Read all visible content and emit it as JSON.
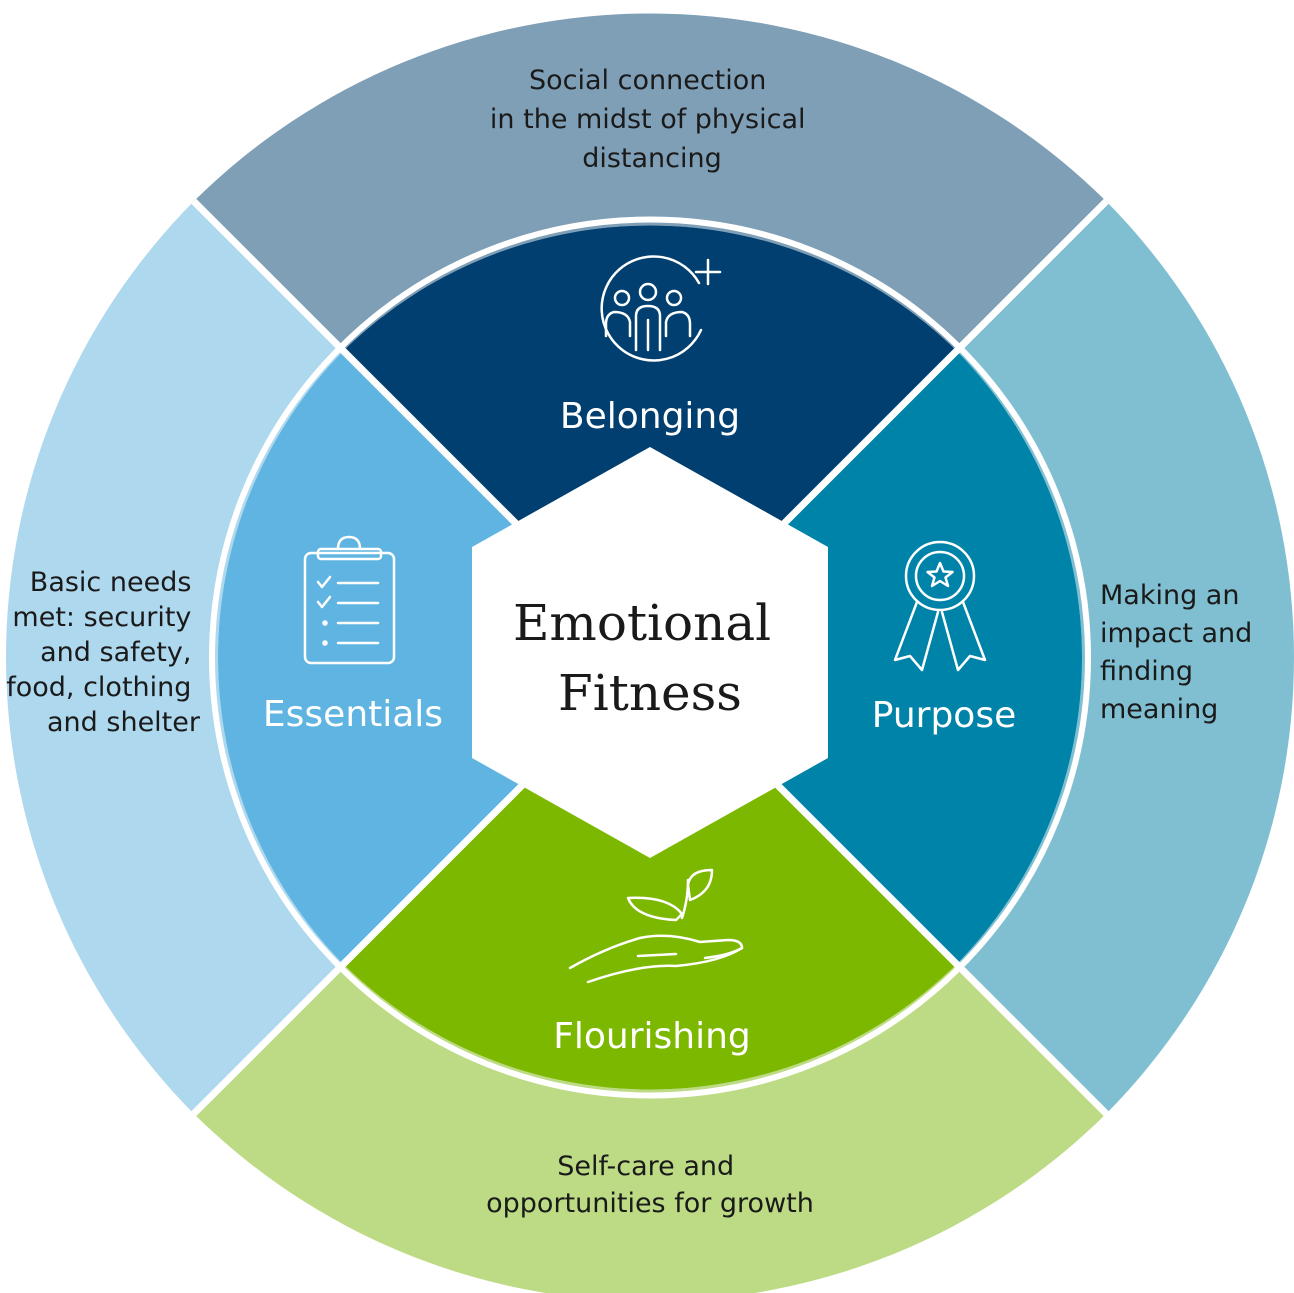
{
  "center": {
    "title_lines": [
      "Emotional",
      "Fitness"
    ]
  },
  "segments": {
    "top": {
      "inner_label": "Belonging",
      "outer_lines": [
        "Social connection",
        "in the midst of physical",
        "distancing"
      ],
      "icon": "group-add-icon",
      "outer_color": "#7f9fb7",
      "inner_color": "#003f70"
    },
    "right": {
      "inner_label": "Purpose",
      "outer_lines": [
        "Making an",
        "impact and",
        "finding",
        "meaning"
      ],
      "icon": "award-ribbon-icon",
      "outer_color": "#80bfd1",
      "inner_color": "#0083a8"
    },
    "bottom": {
      "inner_label": "Flourishing",
      "outer_lines": [
        "Self-care and",
        "opportunities for growth"
      ],
      "icon": "sprout-hand-icon",
      "outer_color": "#bcdb84",
      "inner_color": "#7cb800"
    },
    "left": {
      "inner_label": "Essentials",
      "outer_lines": [
        "Basic needs",
        "met: security",
        "and safety,",
        "food, clothing",
        "and shelter"
      ],
      "icon": "clipboard-checklist-icon",
      "outer_color": "#aed8ee",
      "inner_color": "#5fb4e1"
    }
  }
}
